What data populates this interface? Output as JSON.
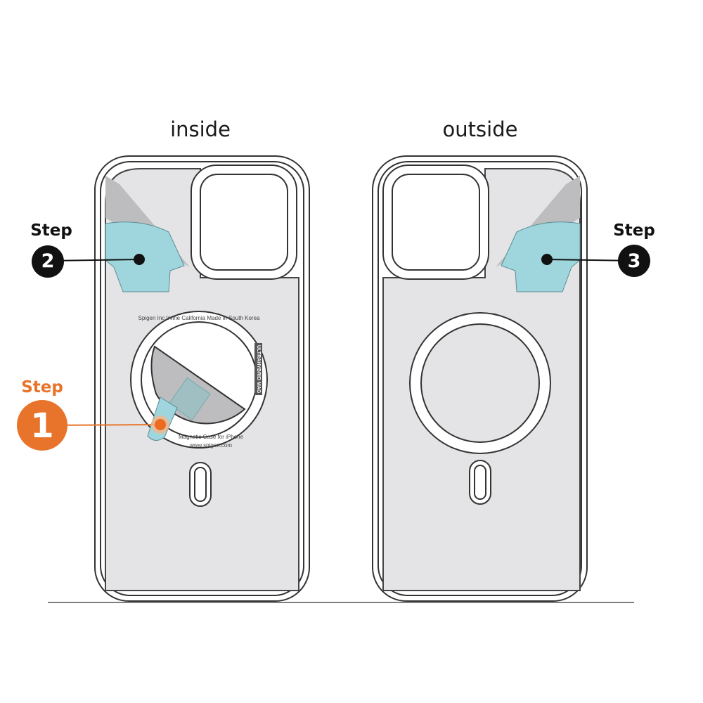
{
  "titles": {
    "inside": "inside",
    "outside": "outside"
  },
  "steps": [
    {
      "label": "Step",
      "number": "1",
      "color": "#e8742c"
    },
    {
      "label": "Step",
      "number": "2",
      "color": "#111111"
    },
    {
      "label": "Step",
      "number": "3",
      "color": "#111111"
    }
  ],
  "ring_text": {
    "top": "Spigen Inc Irvine California Made in South Korea",
    "badge": "ULTRAHYBRID MAG",
    "bottom": "Magnetic Case for iPhone",
    "url": "www.spigen.com"
  },
  "colors": {
    "film": "#9fd6dd",
    "panel": "#e4e4e6",
    "peel": "#bdbdc0",
    "accent": "#e8742c"
  }
}
